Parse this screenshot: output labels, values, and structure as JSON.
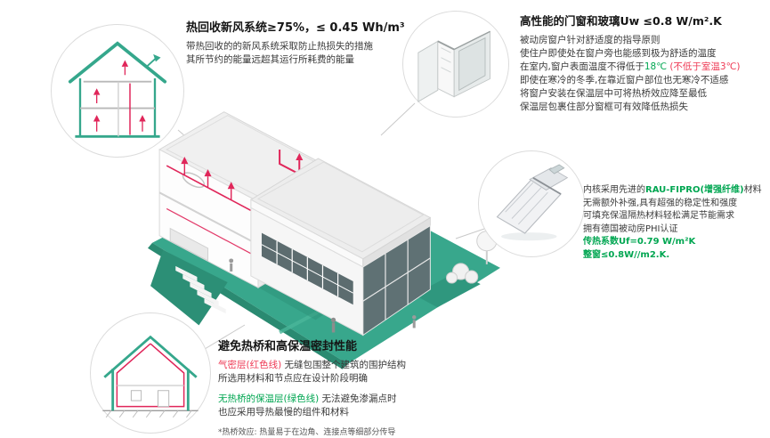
{
  "colors": {
    "teal": "#36a98d",
    "teal_dark": "#2a8a71",
    "line_red": "#e0265a",
    "text_red": "#ee3a55",
    "green": "#00a651",
    "text": "#2a2a2a"
  },
  "ventilation": {
    "title": "热回收新风系统≥75%，≤ 0.45 Wh/m³",
    "desc": [
      "带热回收的的新风系统采取防止热损失的措施",
      "其所节约的能量远超其运行所耗费的能量"
    ]
  },
  "windows": {
    "title": "高性能的门窗和玻璃Uw ≤0.8 W/m².K",
    "desc1": "被动房窗户针对舒适度的指导原则",
    "desc2": "使住户即使处在窗户旁也能感到极为舒适的温度",
    "temp_pre": "在室内,窗户表面温度不得低于",
    "temp_green": "18℃",
    "temp_red": " (不低于室温3℃)",
    "desc4": "即使在寒冷的冬季,在靠近窗户部位也无寒冷不适感",
    "desc5": "将窗户安装在保温层中可将热桥效应降至最低",
    "desc6": "保温层包裹住部分窗框可有效降低热损失"
  },
  "profile": {
    "l1_pre": "内核采用先进的",
    "l1_green": "RAU-FIPRO(增强纤维)",
    "l1_post": "材料",
    "l2": "无需额外补强,具有超强的稳定性和强度",
    "l3": "可填充保温隔热材料轻松满足节能需求",
    "l4": "拥有德国被动房PHI认证",
    "l5": "传热系数Uf=0.79 W/m²K",
    "l6": "整窗≤0.8W//m2.K."
  },
  "thermal": {
    "title": "避免热桥和高保温密封性能",
    "r1_red": "气密层(红色线)",
    "r1_rest": " 无缝包围整个建筑的围护结构",
    "r2": "所选用材料和节点应在设计阶段明确",
    "g1_green": "无热桥的保温层(绿色线)",
    "g1_rest": " 无法避免渗漏点时",
    "g2": "也应采用导热最慢的组件和材料",
    "footnote": "*热桥效应: 热量易于在边角、连接点等细部分传导"
  }
}
